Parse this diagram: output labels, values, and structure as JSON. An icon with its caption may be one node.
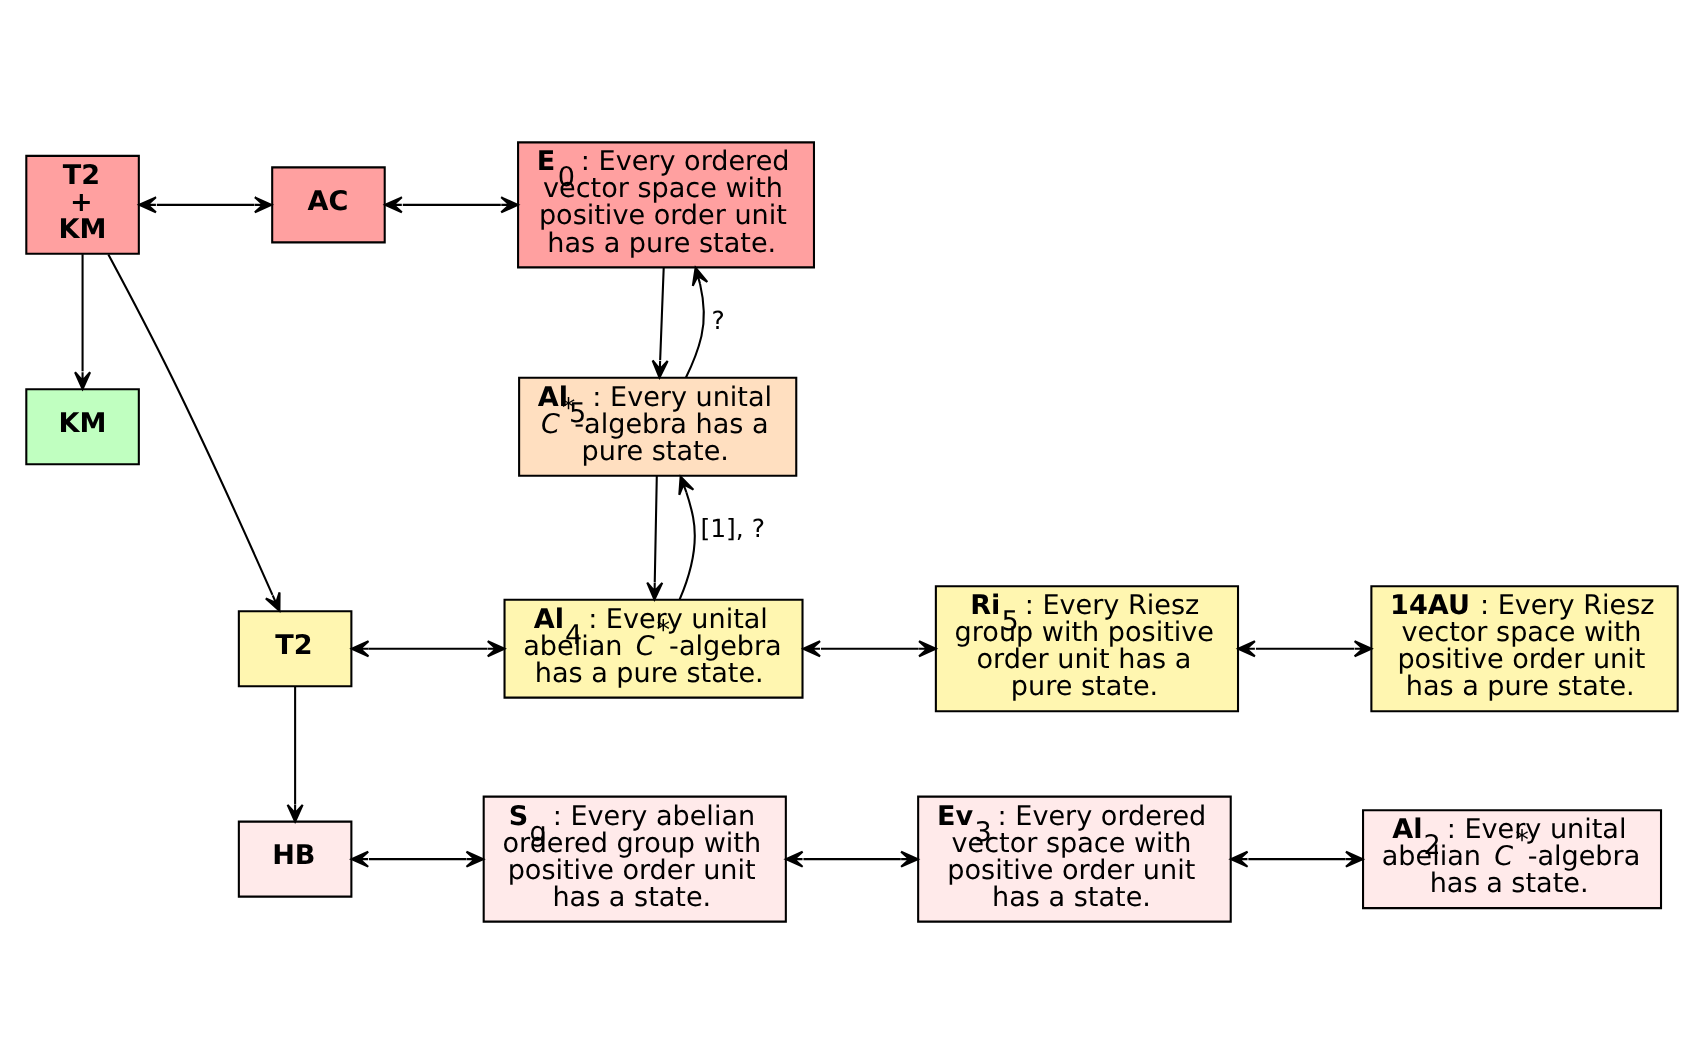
{
  "diagram": {
    "nodes": [
      {
        "text": [
          "T2",
          "+",
          "KM"
        ]
      },
      {
        "text": [
          "AC"
        ]
      },
      {
        "text": [
          "**E**$_{0}$ : Every ordered vector space with positive order unit has a pure state."
        ]
      },
      {
        "text": [
          "KM"
        ]
      },
      {
        "text": [
          "**Al**$_{5}$ : Every unital *C*$^{*}$-algebra has a pure state."
        ]
      },
      {
        "text": [
          "T2"
        ]
      },
      {
        "text": [
          "**Al**$_{4}$ : Every unital abelian *C*$^{*}$-algebra has a pure state."
        ]
      },
      {
        "text": [
          "**Ri**$_{5}$ : Every Riesz group with positive order unit has a pure state."
        ]
      },
      {
        "text": [
          "**14AU** : Every Riesz vector space with positive order unit has a pure state."
        ]
      },
      {
        "text": [
          "HB"
        ]
      },
      {
        "text": [
          "**S**$_{g}$ : Every abelian ordered group with positive order unit has a state."
        ]
      },
      {
        "text": [
          "**Ev**$_{3}$ : Every ordered vector space with positive order unit has a state."
        ]
      },
      {
        "text": [
          "**Al**$_{2}$ : Every unital abelian *C*$^{*}$-algebra has a state."
        ]
      }
    ],
    "edges": [
      {
        "from": 0,
        "to": 1,
        "arrow": "both"
      },
      {
        "from": 1,
        "to": 2,
        "arrow": "both"
      },
      {
        "from": 0,
        "to": 3,
        "arrow": "to"
      },
      {
        "from": 4,
        "to": 2,
        "arrow": "to",
        "label": "?"
      },
      {
        "from": 2,
        "to": 4,
        "arrow": "to"
      },
      {
        "from": 6,
        "to": 4,
        "arrow": "to",
        "label": "[1], ?"
      },
      {
        "from": 4,
        "to": 6,
        "arrow": "to"
      },
      {
        "from": 0,
        "to": 5,
        "arrow": "to"
      },
      {
        "from": 5,
        "to": 6,
        "arrow": "both"
      },
      {
        "from": 6,
        "to": 7,
        "arrow": "both"
      },
      {
        "from": 7,
        "to": 8,
        "arrow": "both"
      },
      {
        "from": 5,
        "to": 9,
        "arrow": "to"
      },
      {
        "from": 9,
        "to": 10,
        "arrow": "both"
      },
      {
        "from": 10,
        "to": 11,
        "arrow": "both"
      },
      {
        "from": 11,
        "to": 12,
        "arrow": "both"
      }
    ]
  }
}
